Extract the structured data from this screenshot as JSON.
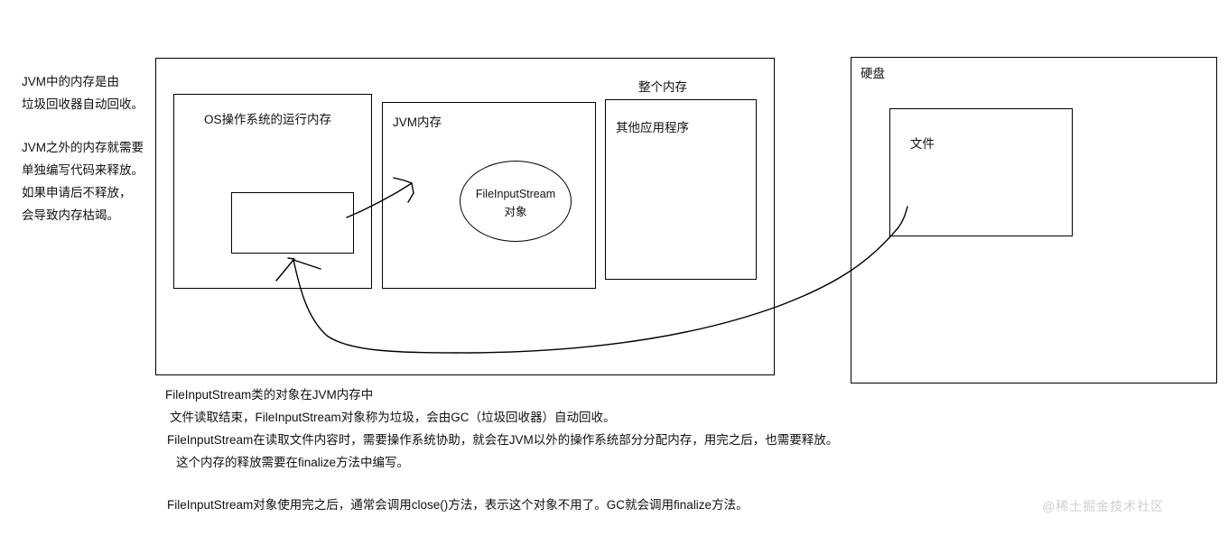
{
  "left_notes": {
    "para1": [
      "JVM中的内存是由",
      "垃圾回收器自动回收。"
    ],
    "para2": [
      "JVM之外的内存就需要",
      "单独编写代码来释放。",
      "如果申请后不释放，",
      "会导致内存枯竭。"
    ]
  },
  "diagram": {
    "main_memory_label": "整个内存",
    "os_memory_label": "OS操作系统的运行内存",
    "jvm_memory_label": "JVM内存",
    "other_apps_label": "其他应用程序",
    "fis_object_line1": "FileInputStream",
    "fis_object_line2": "对象",
    "disk_label": "硬盘",
    "file_label": "文件"
  },
  "bottom_text": {
    "line1": "FileInputStream类的对象在JVM内存中",
    "line2": "文件读取结束，FileInputStream对象称为垃圾，会由GC（垃圾回收器）自动回收。",
    "line3": "FileInputStream在读取文件内容时，需要操作系统协助，就会在JVM以外的操作系统部分分配内存，用完之后，也需要释放。",
    "line4": "这个内存的释放需要在finalize方法中编写。",
    "line5": "FileInputStream对象使用完之后，通常会调用close()方法，表示这个对象不用了。GC就会调用finalize方法。"
  },
  "watermark": {
    "text": "@稀土掘金技术社区"
  },
  "colors": {
    "stroke": "#000000",
    "text": "#111111",
    "background": "#ffffff",
    "watermark": "#cfcfcf"
  }
}
